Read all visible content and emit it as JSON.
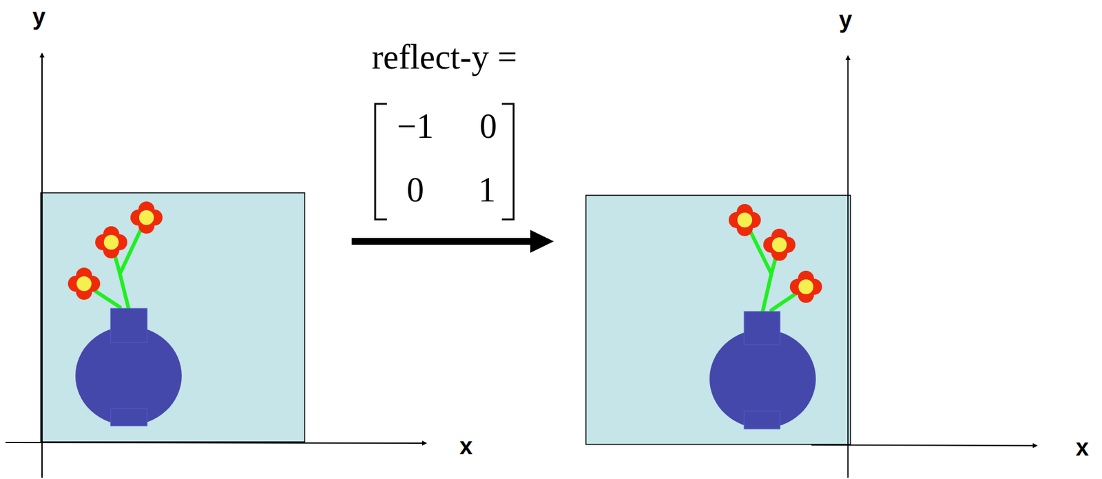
{
  "diagram": {
    "labels": [
      "y",
      "reflect-y =",
      "−1",
      "0",
      "0",
      "1",
      "y",
      "x",
      "x"
    ]
  }
}
